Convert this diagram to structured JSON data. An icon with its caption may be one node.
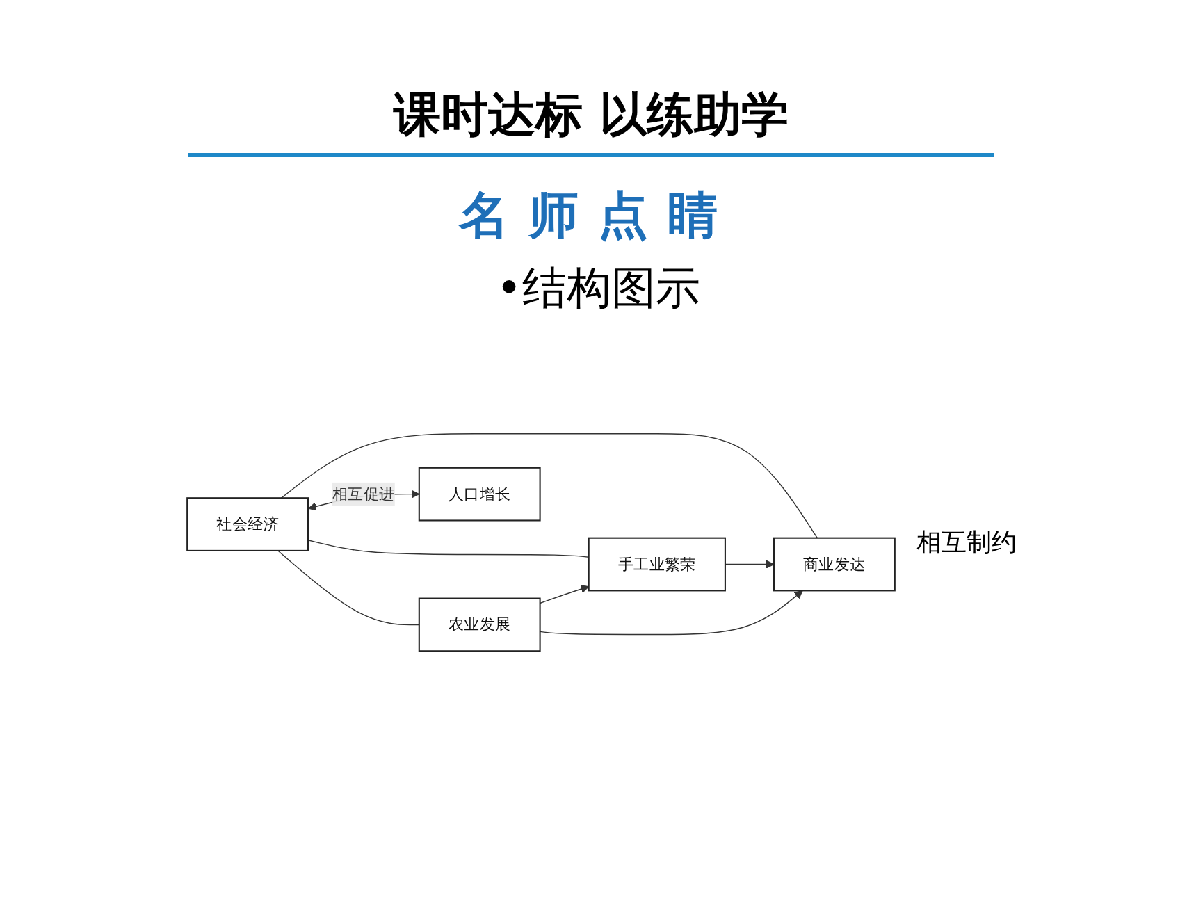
{
  "diagram": {
    "title": "课时达标 以练助学",
    "nodes": [
      {
        "text": [
          "社会经济"
        ]
      },
      {
        "text": [
          "农业发展"
        ]
      },
      {
        "text": [
          "手工业繁荣"
        ]
      },
      {
        "text": [
          "商业发达"
        ]
      },
      {
        "text": [
          "人口增长"
        ]
      }
    ],
    "edges": [
      {
        "from": 0,
        "to": 1,
        "arrow": "none"
      },
      {
        "from": 0,
        "to": 2,
        "arrow": "none"
      },
      {
        "from": 0,
        "to": 3,
        "arrow": "none"
      },
      {
        "from": 1,
        "to": 2,
        "arrow": "to"
      },
      {
        "from": 2,
        "to": 3,
        "arrow": "to"
      },
      {
        "from": 1,
        "to": 3,
        "arrow": "to"
      },
      {
        "from": 0,
        "to": 4,
        "arrow": "both",
        "label": "相互促进"
      }
    ],
    "labels": [
      "名师点睛",
      "•结构图示",
      "相互制约"
    ]
  }
}
